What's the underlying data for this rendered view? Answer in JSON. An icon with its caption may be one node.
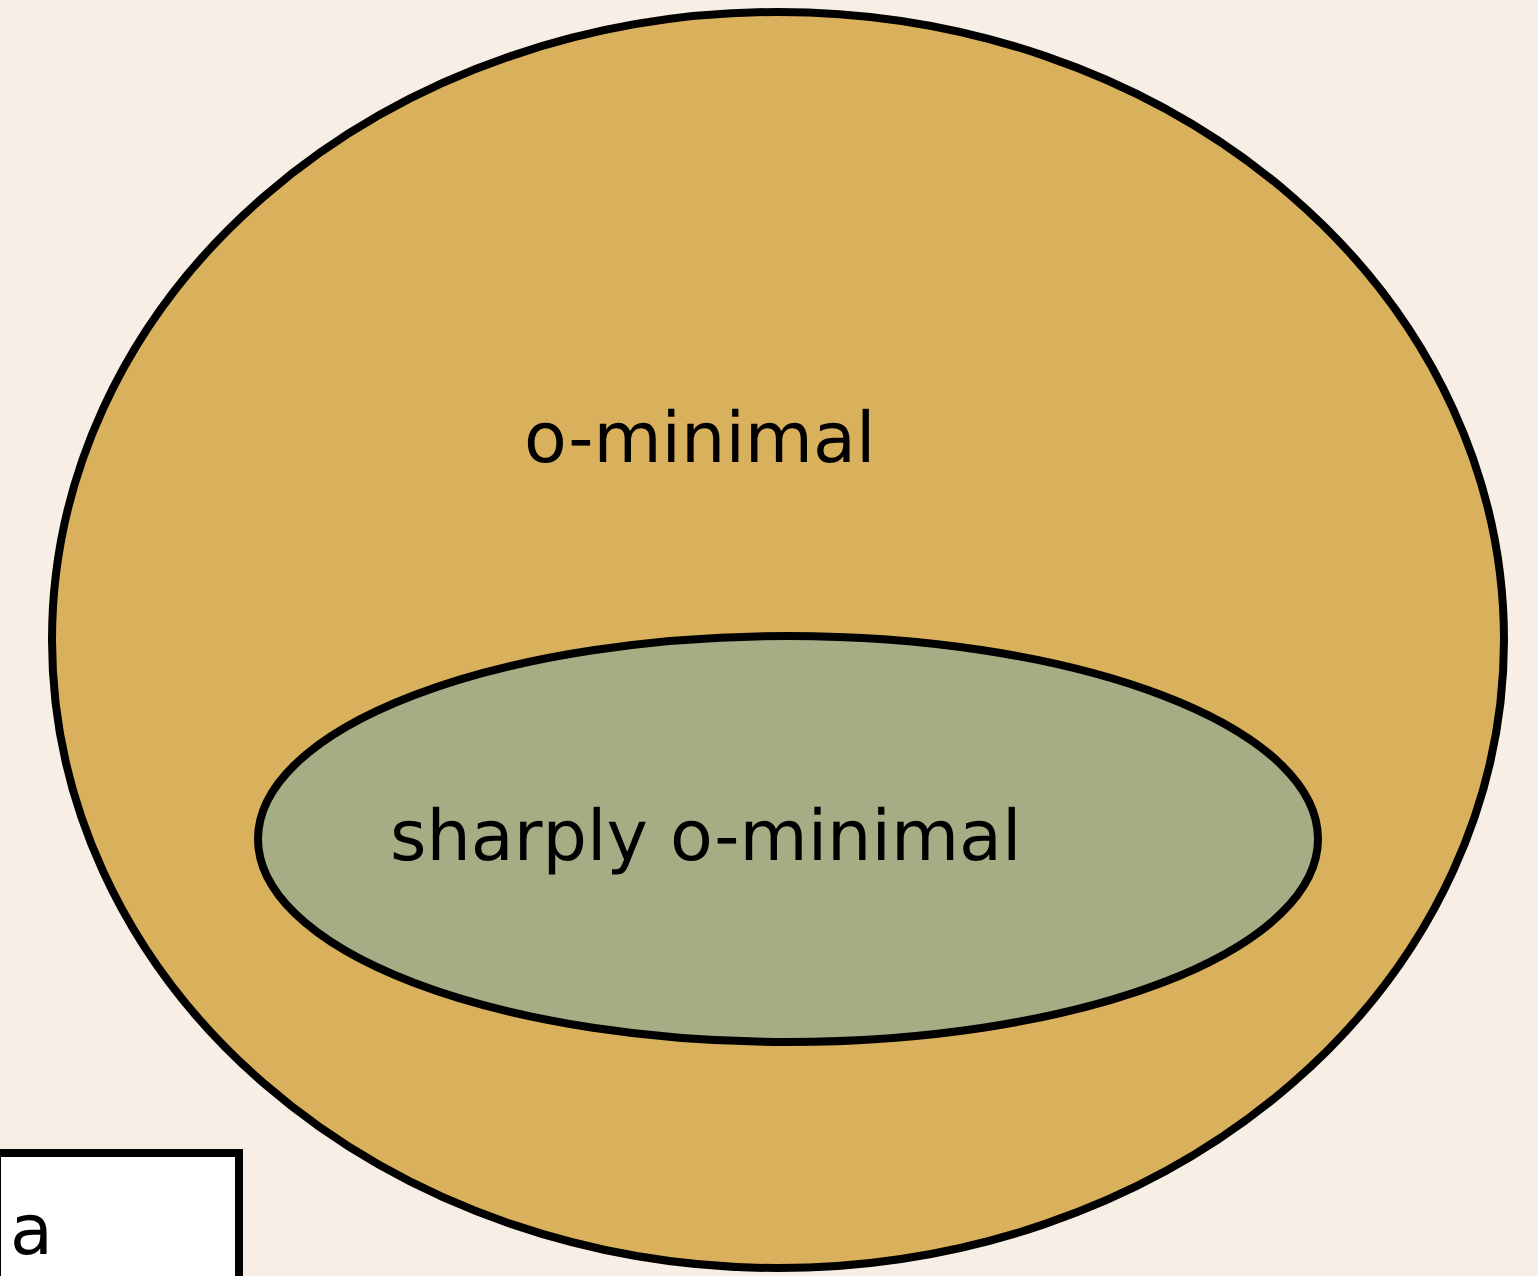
{
  "diagram": {
    "nodes": [
      {
        "text": [
          "o-minimal"
        ]
      },
      {
        "text": [
          "sharply o-minimal"
        ],
        "in": 0
      },
      {
        "text": [
          "a"
        ]
      }
    ]
  }
}
